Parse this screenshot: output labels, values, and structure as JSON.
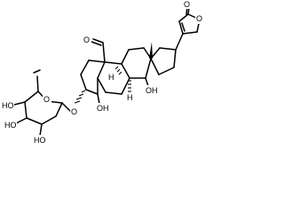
{
  "molecule": {
    "labels": {
      "hydroxyl": "OH",
      "hydroxyl_left": "HO",
      "oxygen": "O",
      "hydrogen": "H"
    }
  }
}
